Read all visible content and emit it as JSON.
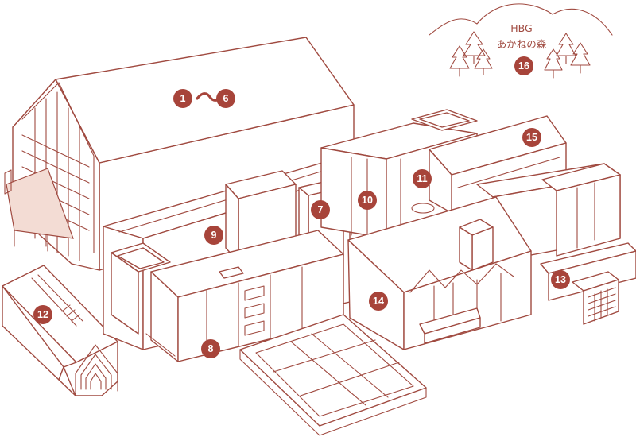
{
  "colors": {
    "line": "#a04a40",
    "badge": "#a7443a",
    "badge_text": "#ffffff",
    "background": "#ffffff"
  },
  "badges": {
    "b1": "1",
    "b6": "6",
    "b7": "7",
    "b8": "8",
    "b9": "9",
    "b10": "10",
    "b11": "11",
    "b12": "12",
    "b13": "13",
    "b14": "14",
    "b15": "15",
    "b16": "16"
  },
  "forest": {
    "line1": "HBG",
    "line2": "あかねの森"
  }
}
